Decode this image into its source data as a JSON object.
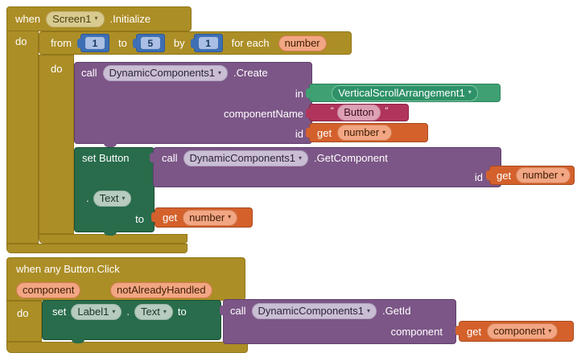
{
  "icons": {
    "dropdown_arrow": "▾"
  },
  "colors": {
    "event_block": "#AC8E26",
    "method_call_block": "#7C5687",
    "component_setter_block": "#286C4B",
    "variable_get_block": "#D4612C",
    "math_block": "#3E6FB4",
    "text_block": "#B0355C",
    "component_block": "#3FA173"
  },
  "top_group": {
    "when_screen": {
      "when": "when",
      "component": "Screen1",
      "event": ".Initialize",
      "do_label": "do"
    },
    "for_range": {
      "from": "from",
      "start": "1",
      "to": "to",
      "end": "5",
      "by": "by",
      "step": "1",
      "for_each": "for each",
      "var": "number",
      "do_label": "do"
    },
    "create_call": {
      "call": "call",
      "component": "DynamicComponents1",
      "method": ".Create",
      "in_label": "in",
      "in_value": "VerticalScrollArrangement1",
      "name_label": "componentName",
      "open_quote": "\"",
      "name_value": "Button",
      "close_quote": "\"",
      "id_label": "id",
      "id_get": "get",
      "id_var": "number"
    },
    "set_button": {
      "label": "set Button",
      "dot": ".",
      "prop": "Text",
      "to_label": "to",
      "value_get": "get",
      "value_var": "number"
    },
    "get_component_call": {
      "call": "call",
      "component": "DynamicComponents1",
      "method": ".GetComponent",
      "id_label": "id",
      "id_get": "get",
      "id_var": "number"
    }
  },
  "bottom_group": {
    "when_click": {
      "title": "when any Button.Click",
      "param1": "component",
      "param2": "notAlreadyHandled",
      "do_label": "do"
    },
    "set_label": {
      "set": "set",
      "component": "Label1",
      "dot": ".",
      "prop": "Text",
      "to_label": "to"
    },
    "get_id_call": {
      "call": "call",
      "component": "DynamicComponents1",
      "method": ".GetId",
      "param_label": "component",
      "param_get": "get",
      "param_var": "component"
    }
  }
}
